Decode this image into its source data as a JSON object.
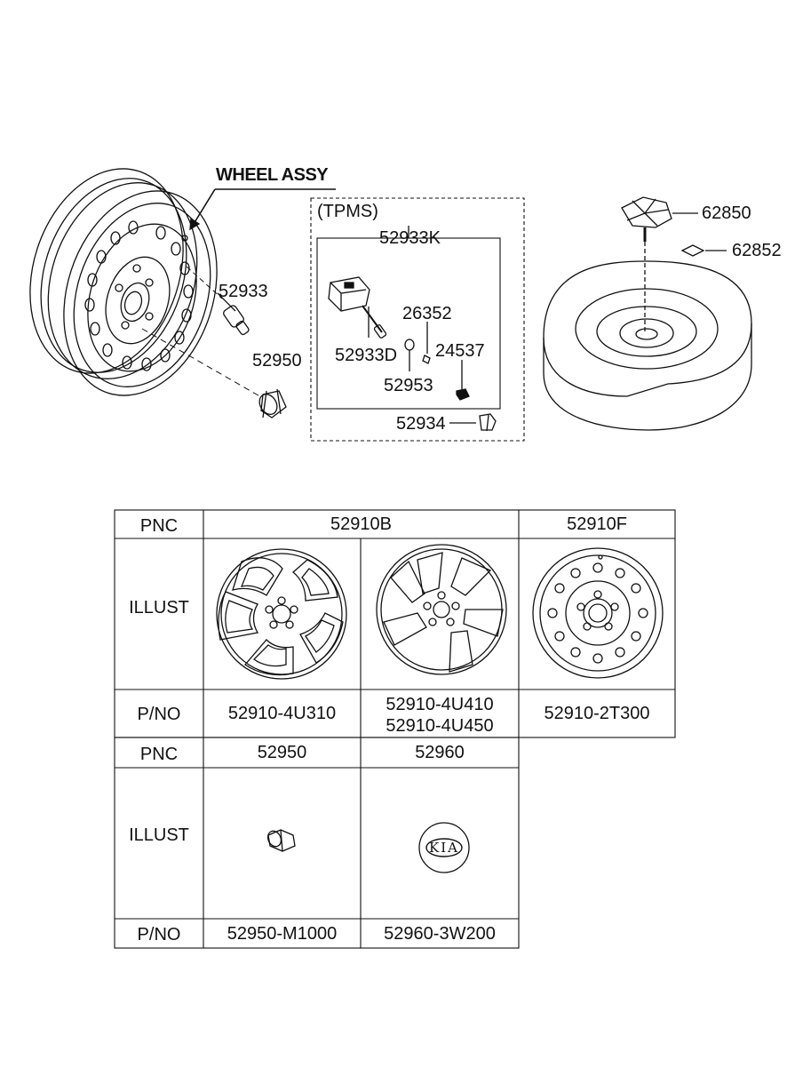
{
  "labels": {
    "wheel_assy": "WHEEL ASSY",
    "tpms": "(TPMS)",
    "p52933k": "52933K",
    "p52933": "52933",
    "p52950": "52950",
    "p26352": "26352",
    "p52933d": "52933D",
    "p24537": "24537",
    "p52953": "52953",
    "p52934": "52934",
    "p62850": "62850",
    "p62852": "62852"
  },
  "table": {
    "row_headers": {
      "pnc": "PNC",
      "illust": "ILLUST",
      "pno": "P/NO"
    },
    "upper": {
      "pnc_52910b": "52910B",
      "pnc_52910f": "52910F",
      "pno_1": "52910-4U310",
      "pno_2a": "52910-4U410",
      "pno_2b": "52910-4U450",
      "pno_3": "52910-2T300"
    },
    "lower": {
      "pnc_52950": "52950",
      "pnc_52960": "52960",
      "pno_1": "52950-M1000",
      "pno_2": "52960-3W200"
    }
  },
  "logo_text": "KIA"
}
